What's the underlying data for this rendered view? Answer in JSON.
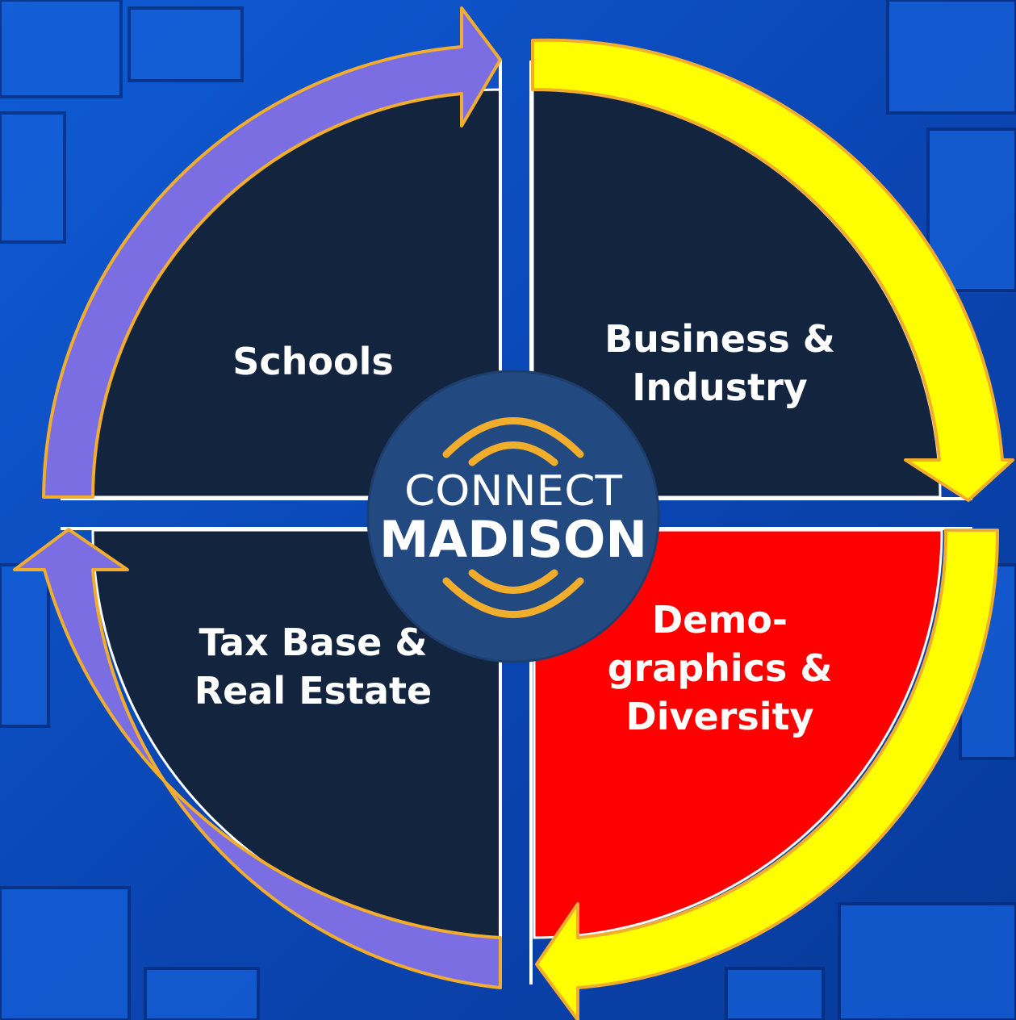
{
  "quadrants": {
    "top_left": {
      "label": "Schools",
      "fill": "#13243f"
    },
    "top_right": {
      "label": "Business &\nIndustry",
      "fill": "#13243f"
    },
    "bottom_right": {
      "label": "Demo-\ngraphics &\nDiversity",
      "fill": "#ff0000"
    },
    "bottom_left": {
      "label": "Tax Base &\nReal Estate",
      "fill": "#13243f"
    }
  },
  "logo": {
    "line1": "CONNECT",
    "line2": "MADISON",
    "bg": "#234a80",
    "arc_color": "#f2ad2c"
  },
  "arrows": {
    "left_color": "#7b6ee3",
    "right_color": "#ffff00",
    "outline_color": "#f2ad2c"
  },
  "background_color": "#0a46b4"
}
